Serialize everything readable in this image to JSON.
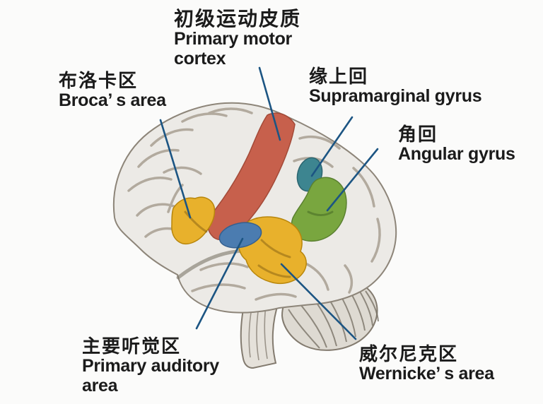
{
  "labels": {
    "primary_motor_cortex": {
      "zh": "初级运动皮质",
      "en": "Primary motor cortex"
    },
    "brocas_area": {
      "zh": "布洛卡区",
      "en": "Broca’ s area"
    },
    "supramarginal_gyrus": {
      "zh": "缘上回",
      "en": "Supramarginal gyrus"
    },
    "angular_gyrus": {
      "zh": "角回",
      "en": "Angular gyrus"
    },
    "primary_auditory_area": {
      "zh": "主要听觉区",
      "en": "Primary auditory area"
    },
    "wernickes_area": {
      "zh": "威尔尼克区",
      "en": "Wernicke’ s area"
    }
  },
  "colors": {
    "primary_motor_cortex": "#c7604c",
    "brocas_area": "#e8b12c",
    "supramarginal_gyrus": "#3d8590",
    "angular_gyrus": "#79a63f",
    "primary_auditory_area": "#4b7cb0",
    "wernickes_area": "#e8b12c",
    "leader_line": "#1c5583",
    "text": "#1b1b1b",
    "background": "#fbfbfa"
  }
}
